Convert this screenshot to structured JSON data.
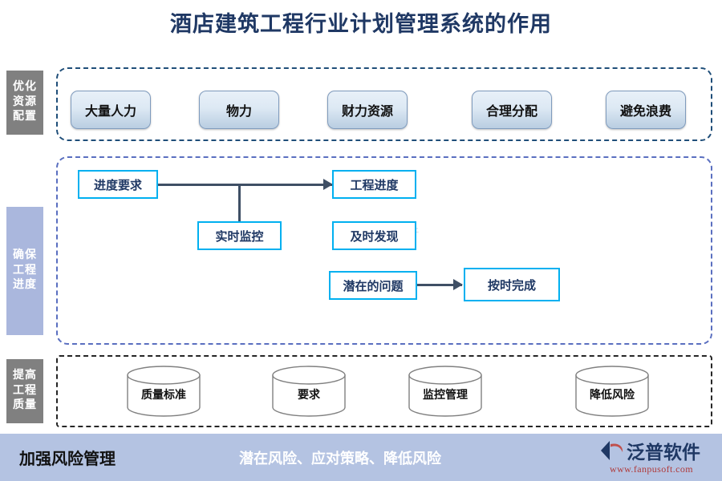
{
  "page": {
    "title": "酒店建筑工程行业计划管理系统的作用",
    "title_color": "#1f3864",
    "background": "#ffffff"
  },
  "sections": [
    {
      "label_lines": [
        "优化",
        "资源",
        "配置"
      ],
      "label_bg": "#808080",
      "border_color": "#1f4e79",
      "border_style": "dash-dot",
      "items": [
        {
          "label": "大量人力"
        },
        {
          "label": "物力"
        },
        {
          "label": "财力资源"
        },
        {
          "label": "合理分配"
        },
        {
          "label": "避免浪费"
        }
      ]
    },
    {
      "label_lines": [
        "确保",
        "工程",
        "进度"
      ],
      "label_bg": "#aab7dd",
      "border_color": "#5a6fc0",
      "border_style": "dashed",
      "items": [
        {
          "label": "进度要求"
        },
        {
          "label": "工程进度"
        },
        {
          "label": "实时监控"
        },
        {
          "label": "及时发现"
        },
        {
          "label": "潜在的问题"
        },
        {
          "label": "按时完成"
        }
      ],
      "box_border_color": "#00b0f0",
      "connector_color": "#3f4f65"
    },
    {
      "label_lines": [
        "提高",
        "工程",
        "质量"
      ],
      "label_bg": "#808080",
      "border_color": "#262626",
      "border_style": "dash-dot",
      "items": [
        {
          "label": "质量标准"
        },
        {
          "label": "要求"
        },
        {
          "label": "监控管理"
        },
        {
          "label": "降低风险"
        }
      ],
      "shape": "cylinder",
      "shape_stroke": "#808080"
    }
  ],
  "footer": {
    "title": "加强风险管理",
    "subtitle": "潜在风险、应对策略、降低风险",
    "background": "#b4c3e2",
    "title_color": "#111111",
    "subtitle_color": "#ffffff",
    "logo_text": "泛普软件",
    "logo_url": "www.fanpusoft.com",
    "logo_text_color": "#1f3864",
    "logo_url_color": "#b03a3a"
  },
  "watermark": {
    "text": "泛普软件",
    "url": "www.fanpusoft.com"
  }
}
